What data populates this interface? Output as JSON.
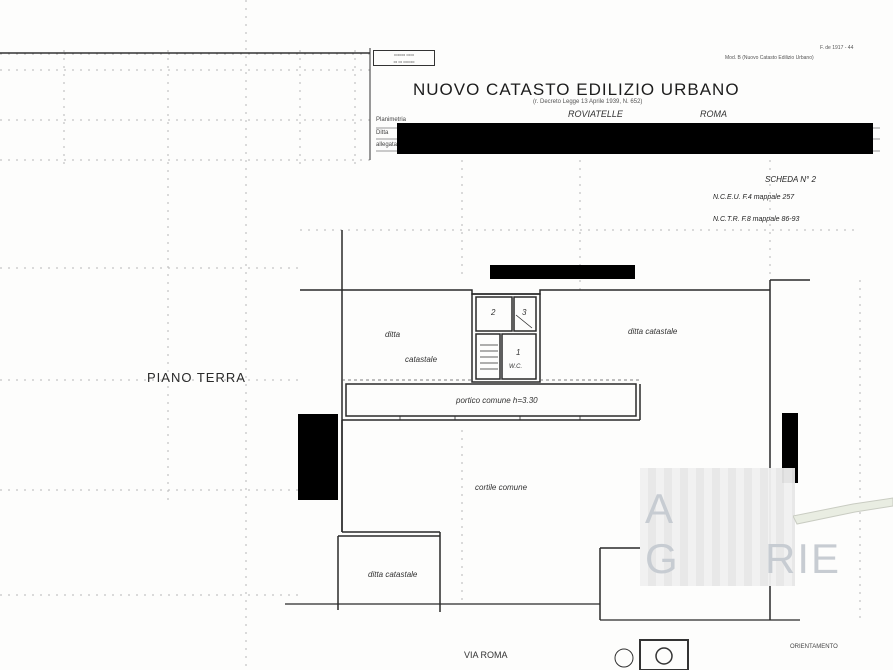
{
  "header": {
    "title": "NUOVO CATASTO EDILIZIO URBANO",
    "subtitle": "(r. Decreto Legge 13 Aprile 1939, N. 652)",
    "city": "ROVIATELLE",
    "province": "ROMA",
    "planimetry_label": "Planimetria",
    "ditta_label": "Ditta",
    "allegata_label": "allegata",
    "sheet_number": "SCHEDA N° 2",
    "ref_1": "N.C.E.U. F.4 mappale 257",
    "ref_2": "N.C.T.R. F.8 mappale 86-93",
    "corner_note": "Mod. B (Nuovo Catasto Edilizio Urbano)",
    "corner_note_2": "F. de 1917 - 44"
  },
  "plan": {
    "floor_label": "PIANO TERRA",
    "rooms": {
      "left_upper": [
        "ditta",
        "catastale"
      ],
      "right_upper": "ditta catastale",
      "portico": "portico comune h=3.30",
      "courtyard": "cortile comune",
      "bottom_left": "ditta catastale",
      "room_2": "2",
      "room_3": "3",
      "room_1": "1",
      "bath": "W.C."
    },
    "street": "VIA ROMA",
    "orientation": "ORIENTAMENTO"
  },
  "watermark": {
    "line_1": "A",
    "line_2": "G",
    "line_3": "RIE"
  },
  "colors": {
    "ink": "#222222",
    "paper": "#fdfdfc",
    "redaction": "#000000"
  }
}
